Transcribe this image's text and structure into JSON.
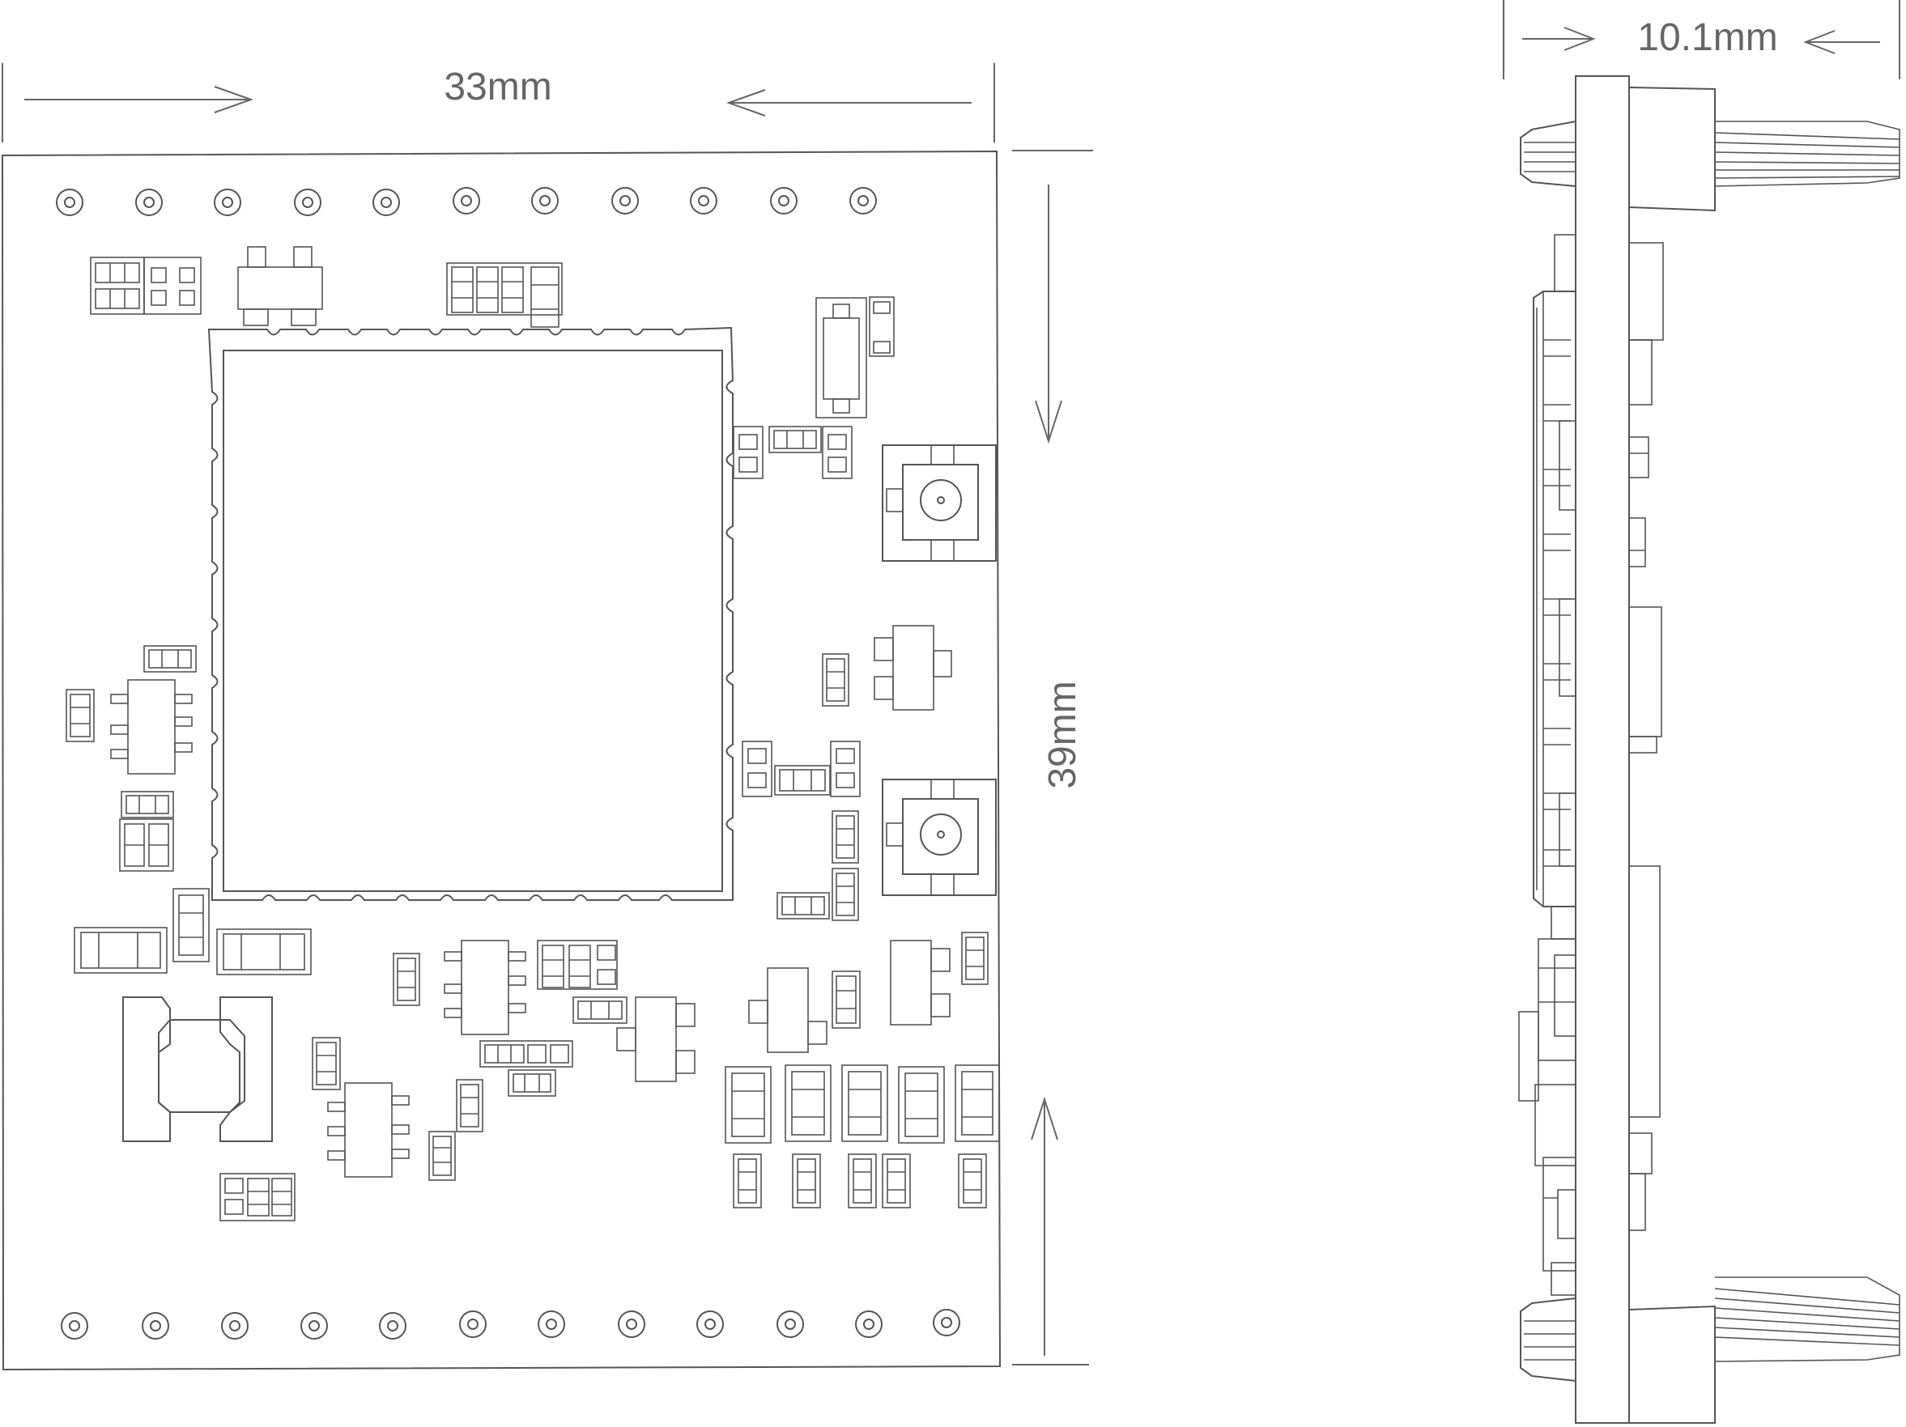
{
  "dimensions": {
    "width": "33mm",
    "height": "39mm",
    "thickness": "10.1mm"
  },
  "colors": {
    "line": "#555555",
    "background": "#ffffff"
  }
}
